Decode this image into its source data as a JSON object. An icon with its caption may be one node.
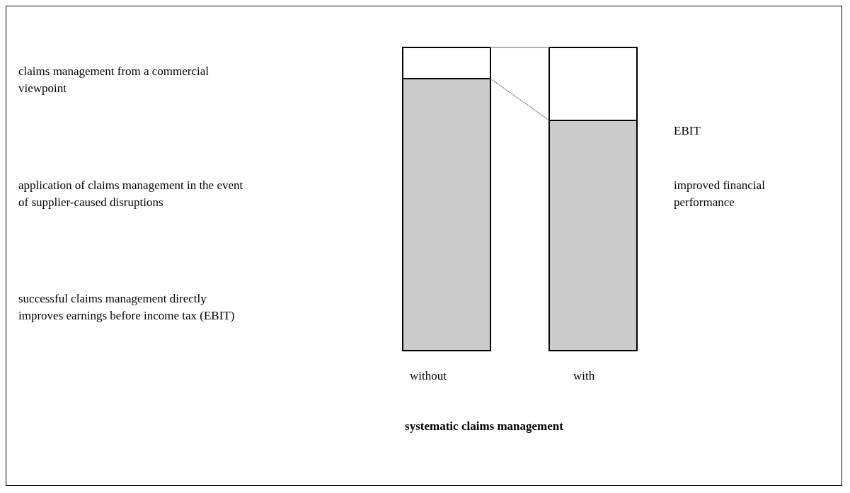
{
  "diagram": {
    "caption": "systematic claims management",
    "labels": [
      "claims management from a commercial viewpoint",
      "application of claims management in the event of supplier-caused disruptions",
      "successful claims management directly improves earnings before income tax (EBIT)",
      "EBIT",
      "improved financial performance",
      "without",
      "with"
    ]
  }
}
